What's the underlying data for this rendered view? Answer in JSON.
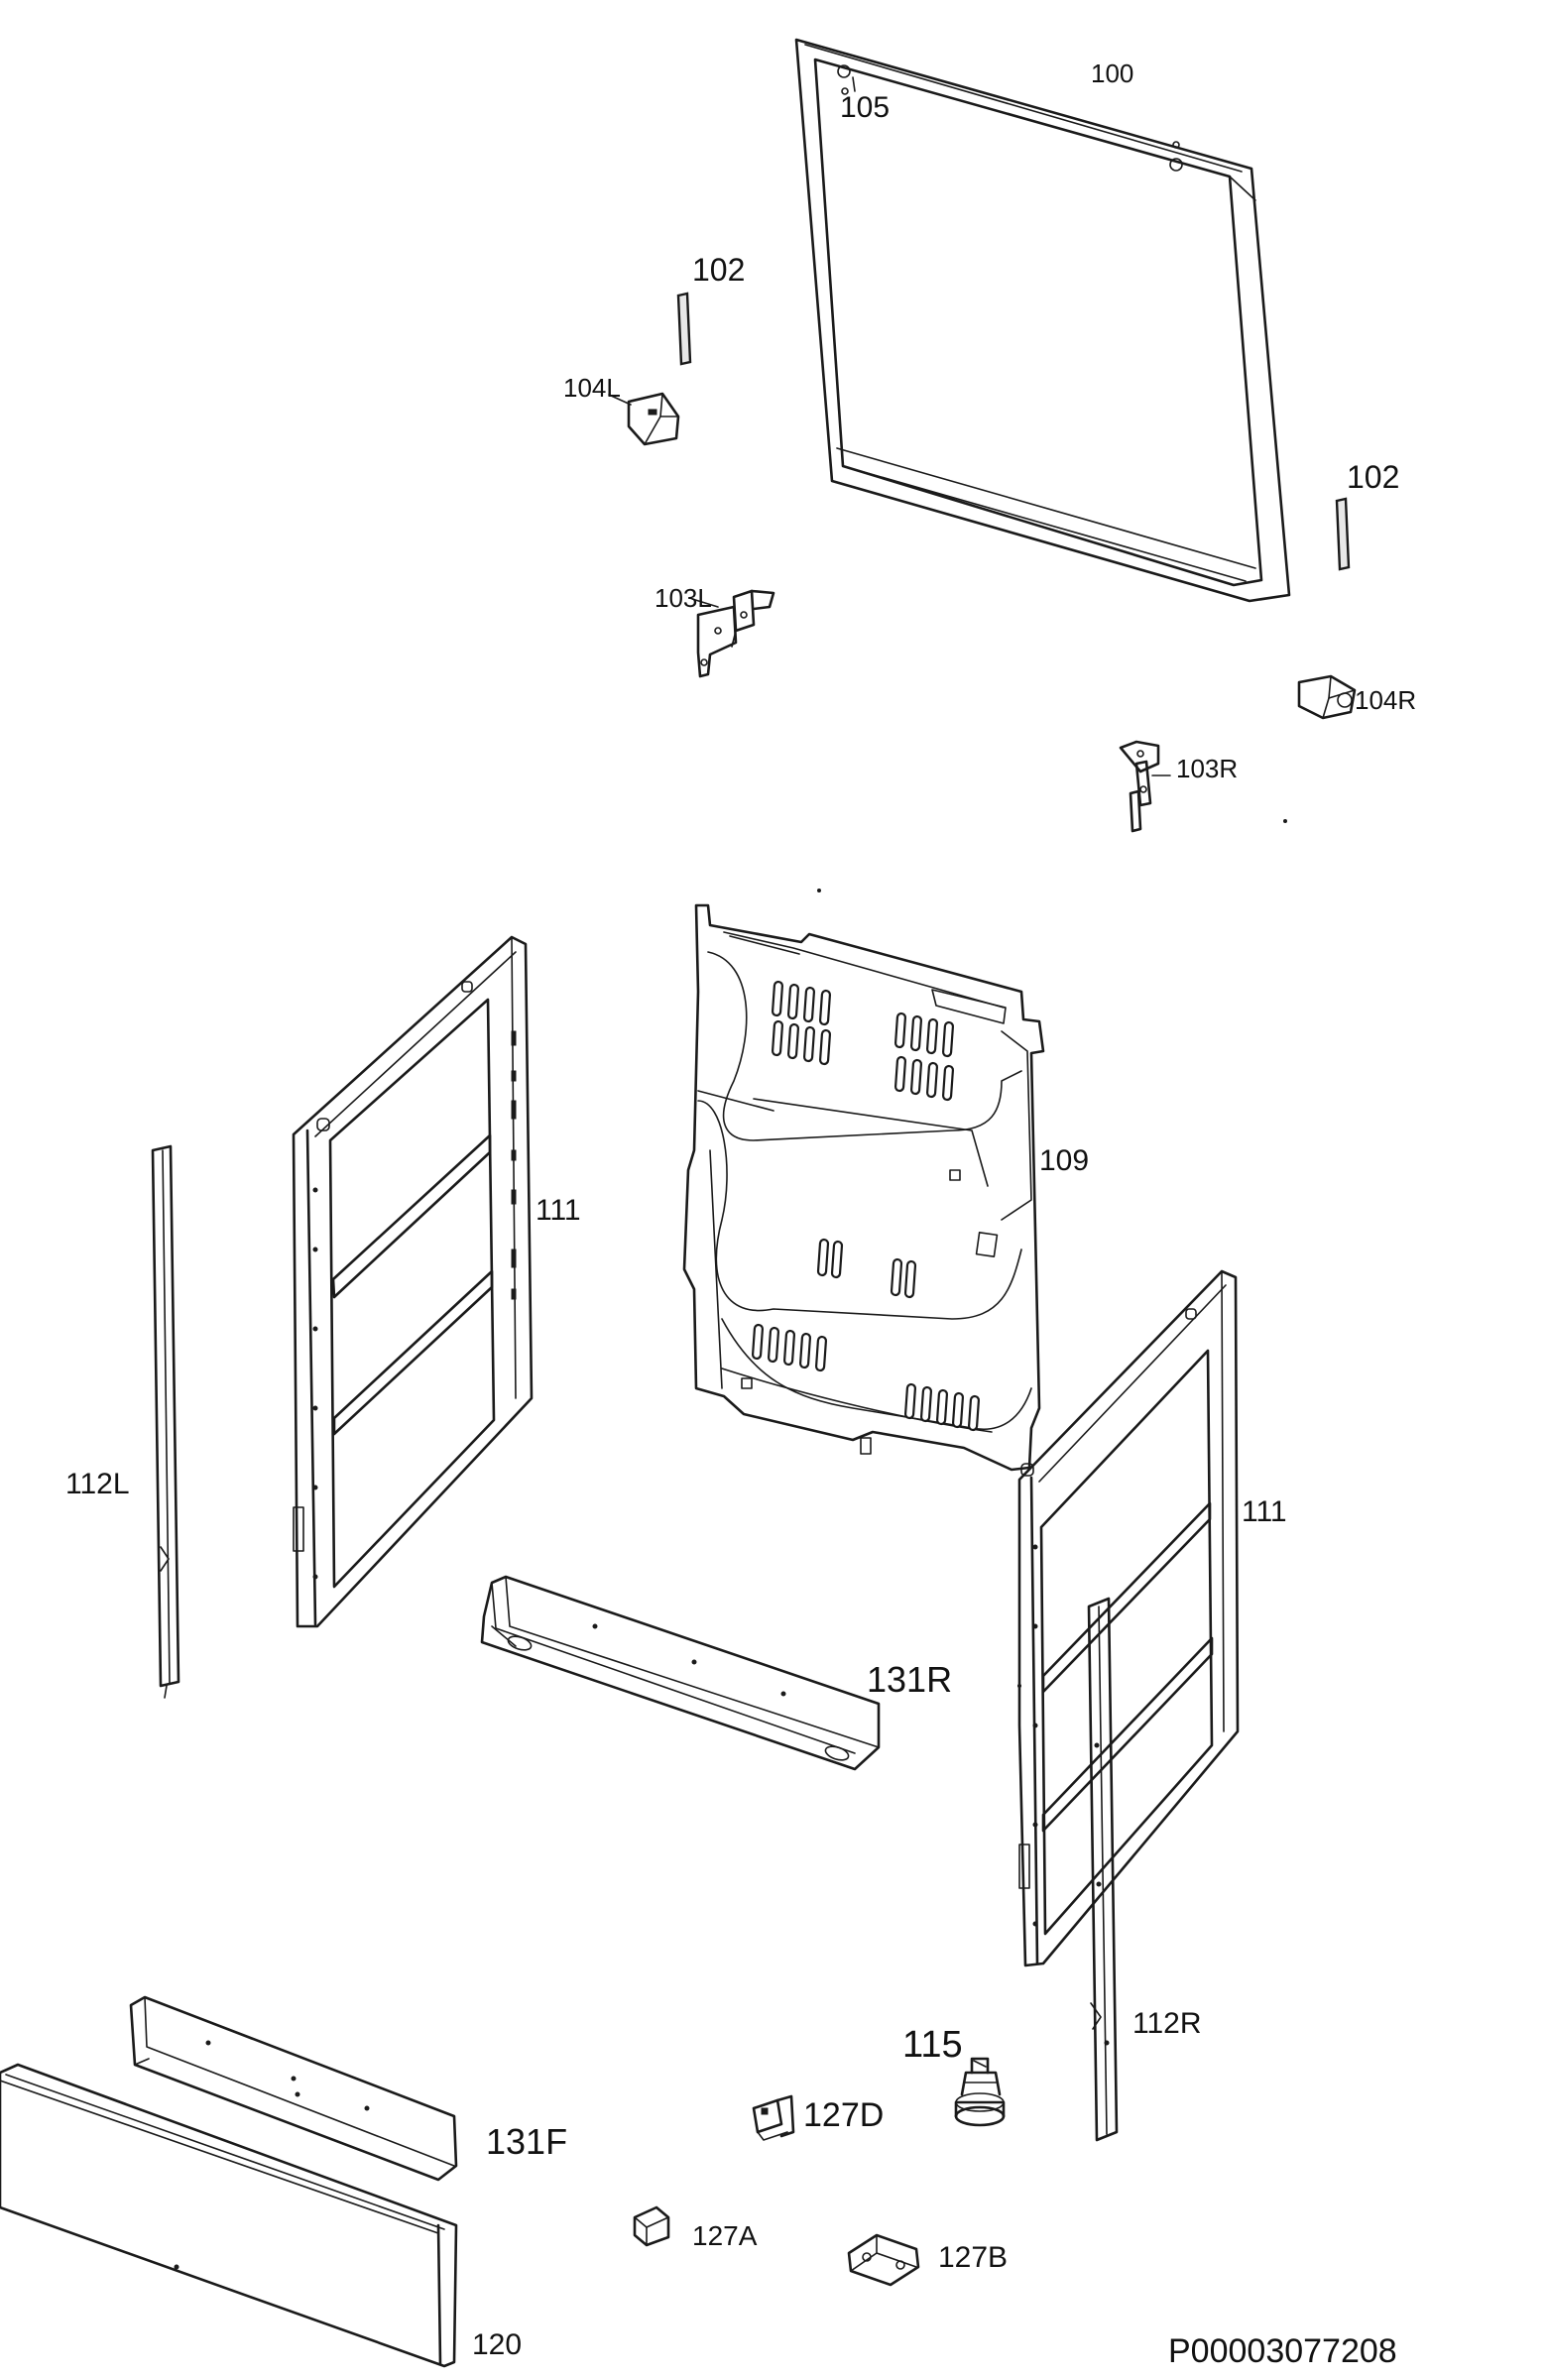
{
  "parts": [
    {
      "id": "p100",
      "label": "100"
    },
    {
      "id": "p105",
      "label": "105"
    },
    {
      "id": "p102a",
      "label": "102"
    },
    {
      "id": "p102b",
      "label": "102"
    },
    {
      "id": "p104L",
      "label": "104L"
    },
    {
      "id": "p104R",
      "label": "104R"
    },
    {
      "id": "p103L",
      "label": "103L"
    },
    {
      "id": "p103R",
      "label": "103R"
    },
    {
      "id": "p109",
      "label": "109"
    },
    {
      "id": "p111a",
      "label": "111"
    },
    {
      "id": "p111b",
      "label": "111"
    },
    {
      "id": "p112L",
      "label": "112L"
    },
    {
      "id": "p112R",
      "label": "112R"
    },
    {
      "id": "p131R",
      "label": "131R"
    },
    {
      "id": "p131F",
      "label": "131F"
    },
    {
      "id": "p115",
      "label": "115"
    },
    {
      "id": "p127D",
      "label": "127D"
    },
    {
      "id": "p127A",
      "label": "127A"
    },
    {
      "id": "p127B",
      "label": "127B"
    },
    {
      "id": "p120",
      "label": "120"
    }
  ],
  "drawing_number": "P00003077208"
}
